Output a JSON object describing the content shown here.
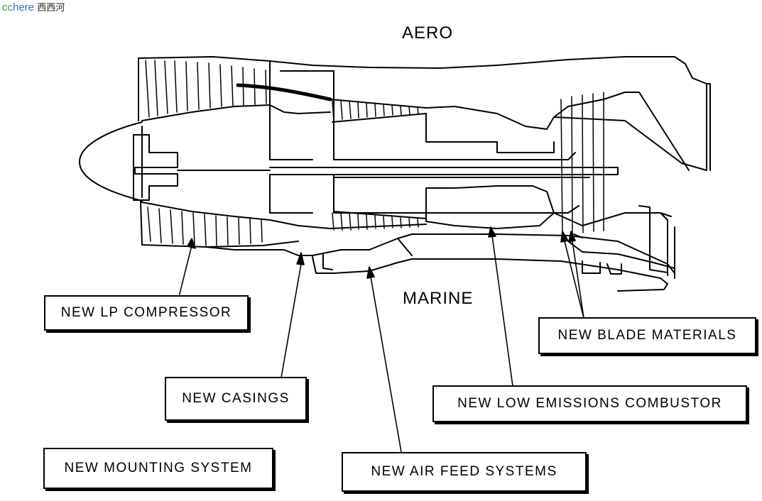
{
  "watermark": {
    "cc": "cc",
    "here": "here",
    "site": "西西河"
  },
  "headings": {
    "aero": "AERO",
    "marine": "MARINE"
  },
  "callouts": {
    "lp_compressor": "NEW LP COMPRESSOR",
    "casings": "NEW CASINGS",
    "mounting_system": "NEW MOUNTING SYSTEM",
    "air_feed_systems": "NEW AIR FEED SYSTEMS",
    "low_emissions_combustor": "NEW LOW EMISSIONS COMBUSTOR",
    "blade_materials": "NEW BLADE MATERIALS"
  },
  "colors": {
    "line": "#000000",
    "background": "#ffffff",
    "watermark_cc": "#2e9e4a",
    "watermark_here": "#2e6fd1"
  }
}
